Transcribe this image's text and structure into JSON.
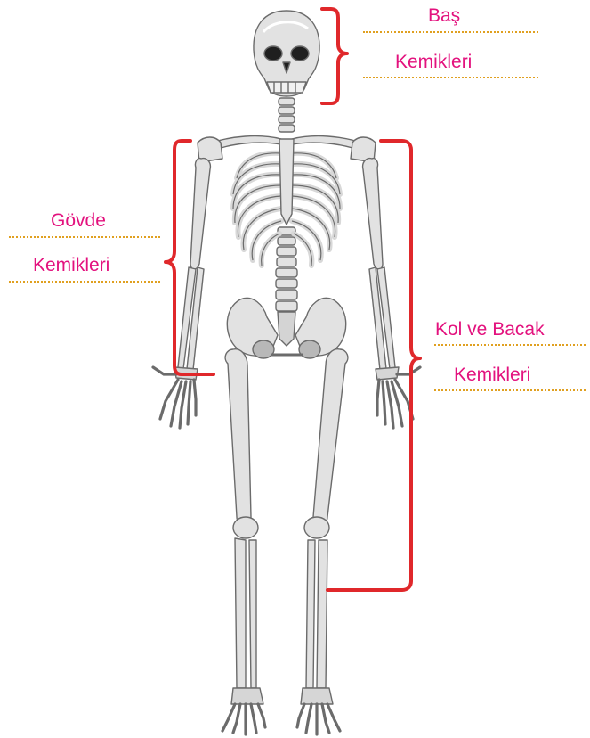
{
  "labels": {
    "head": {
      "line1": "Baş",
      "line2": "Kemikleri"
    },
    "trunk": {
      "line1": "Gövde",
      "line2": "Kemikleri"
    },
    "limbs": {
      "line1": "Kol ve Bacak",
      "line2": "Kemikleri"
    }
  },
  "colors": {
    "label_text": "#e3127e",
    "bracket": "#e0282b",
    "dotted_line": "#e0a020",
    "bone_fill": "#e2e2e2",
    "bone_stroke": "#6b6b6b",
    "bone_shade": "#a8a8a8"
  }
}
